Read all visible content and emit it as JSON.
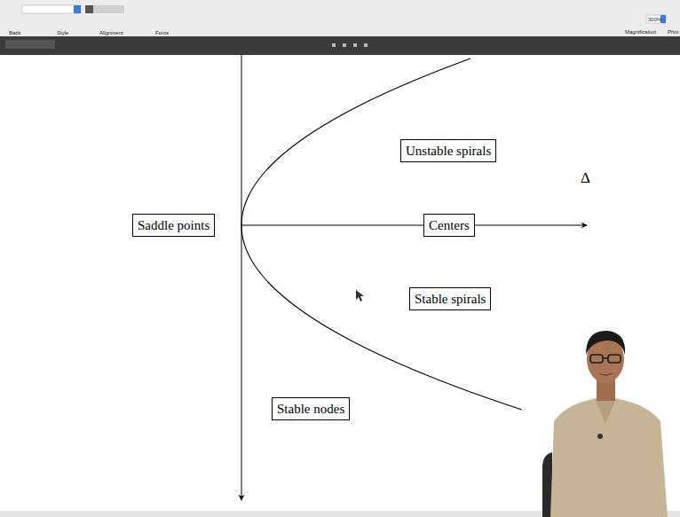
{
  "diagram": {
    "nodes": [
      {
        "text": [
          "Unstable spirals"
        ]
      },
      {
        "text": [
          "Saddle points"
        ]
      },
      {
        "text": [
          "Centers"
        ]
      },
      {
        "text": [
          "Stable spirals"
        ]
      },
      {
        "text": [
          "Stable nodes"
        ]
      }
    ],
    "labels": [
      "Back",
      "Style",
      "Alignment",
      "Fonts",
      "300%",
      "Magnification",
      "Print",
      "Δ"
    ]
  }
}
